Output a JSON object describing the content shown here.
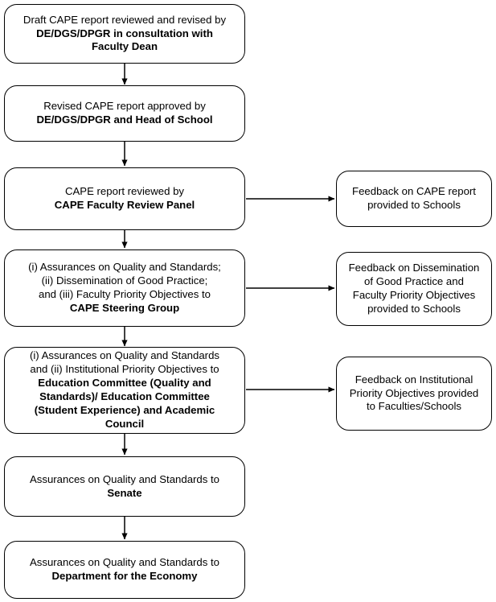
{
  "diagram": {
    "title": "CAPE reporting and approval flow",
    "colors": {
      "stroke": "#000000",
      "fill": "#ffffff",
      "text": "#000000",
      "shadow": "#8a8a8a"
    },
    "main_nodes": [
      {
        "id": "draft-cape-report",
        "lines": [
          {
            "text": "Draft CAPE report reviewed and revised by",
            "bold": false
          },
          {
            "text": "DE/DGS/DPGR in consultation with",
            "bold": true
          },
          {
            "text": "Faculty Dean",
            "bold": true
          }
        ]
      },
      {
        "id": "revised-cape-report",
        "lines": [
          {
            "text": "Revised CAPE report approved by",
            "bold": false
          },
          {
            "text": "DE/DGS/DPGR and Head of School",
            "bold": true
          }
        ]
      },
      {
        "id": "cape-report-reviewed",
        "lines": [
          {
            "text": "CAPE report reviewed by",
            "bold": false
          },
          {
            "text": "CAPE Faculty Review Panel",
            "bold": true
          }
        ]
      },
      {
        "id": "cape-steering-group",
        "lines": [
          {
            "text": "(i) Assurances on Quality and Standards;",
            "bold": false
          },
          {
            "text": "(ii) Dissemination of Good Practice;",
            "bold": false
          },
          {
            "text": "and (iii) Faculty Priority Objectives to",
            "bold": false
          },
          {
            "text": "CAPE Steering  Group",
            "bold": true
          }
        ]
      },
      {
        "id": "education-committee",
        "lines": [
          {
            "text": "(i) Assurances on Quality and Standards",
            "bold": false
          },
          {
            "text": "and (ii) Institutional Priority Objectives to",
            "bold": false
          },
          {
            "text": "Education Committee (Quality  and",
            "bold": true
          },
          {
            "text": "Standards)/ Education Committee",
            "bold": true
          },
          {
            "text": "(Student Experience) and  Academic",
            "bold": true
          },
          {
            "text": "Council",
            "bold": true
          }
        ]
      },
      {
        "id": "senate",
        "lines": [
          {
            "text": "Assurances on Quality and Standards to",
            "bold": false
          },
          {
            "text": "Senate",
            "bold": true
          }
        ]
      },
      {
        "id": "department-for-the-economy",
        "lines": [
          {
            "text": "Assurances on Quality and Standards to",
            "bold": false
          },
          {
            "text": "Department for the Economy",
            "bold": true
          }
        ]
      }
    ],
    "feedback_nodes": [
      {
        "id": "feedback-cape-report",
        "lines": [
          {
            "text": "Feedback on CAPE report",
            "bold": false
          },
          {
            "text": "provided to Schools",
            "bold": false
          }
        ]
      },
      {
        "id": "feedback-good-practice",
        "lines": [
          {
            "text": "Feedback on Dissemination",
            "bold": false
          },
          {
            "text": "of Good Practice and",
            "bold": false
          },
          {
            "text": "Faculty Priority Objectives",
            "bold": false
          },
          {
            "text": "provided to Schools",
            "bold": false
          }
        ]
      },
      {
        "id": "feedback-institutional-priority",
        "lines": [
          {
            "text": "Feedback on Institutional",
            "bold": false
          },
          {
            "text": "Priority Objectives provided",
            "bold": false
          },
          {
            "text": "to Faculties/Schools",
            "bold": false
          }
        ]
      }
    ],
    "connections": [
      {
        "from": "draft-cape-report",
        "to": "revised-cape-report",
        "direction": "down"
      },
      {
        "from": "revised-cape-report",
        "to": "cape-report-reviewed",
        "direction": "down"
      },
      {
        "from": "cape-report-reviewed",
        "to": "cape-steering-group",
        "direction": "down"
      },
      {
        "from": "cape-steering-group",
        "to": "education-committee",
        "direction": "down"
      },
      {
        "from": "education-committee",
        "to": "senate",
        "direction": "down"
      },
      {
        "from": "senate",
        "to": "department-for-the-economy",
        "direction": "down"
      },
      {
        "from": "cape-report-reviewed",
        "to": "feedback-cape-report",
        "direction": "right"
      },
      {
        "from": "cape-steering-group",
        "to": "feedback-good-practice",
        "direction": "right"
      },
      {
        "from": "education-committee",
        "to": "feedback-institutional-priority",
        "direction": "right"
      }
    ]
  }
}
